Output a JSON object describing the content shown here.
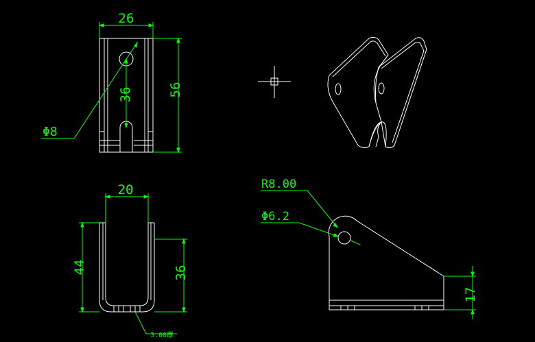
{
  "colors": {
    "background": "#000000",
    "geometry": "#ffffff",
    "dimension": "#00ff00"
  },
  "top_view": {
    "width": "26",
    "height": "56",
    "slot": "36",
    "hole": "Φ8"
  },
  "front_view": {
    "inner_width": "20",
    "outer_height": "44",
    "inner_height": "36",
    "thickness": "3.00厚"
  },
  "side_view": {
    "radius": "R8.00",
    "hole": "Φ6.2",
    "base_height": "17"
  },
  "icons": {
    "cursor": "crosshair-cursor-icon"
  }
}
